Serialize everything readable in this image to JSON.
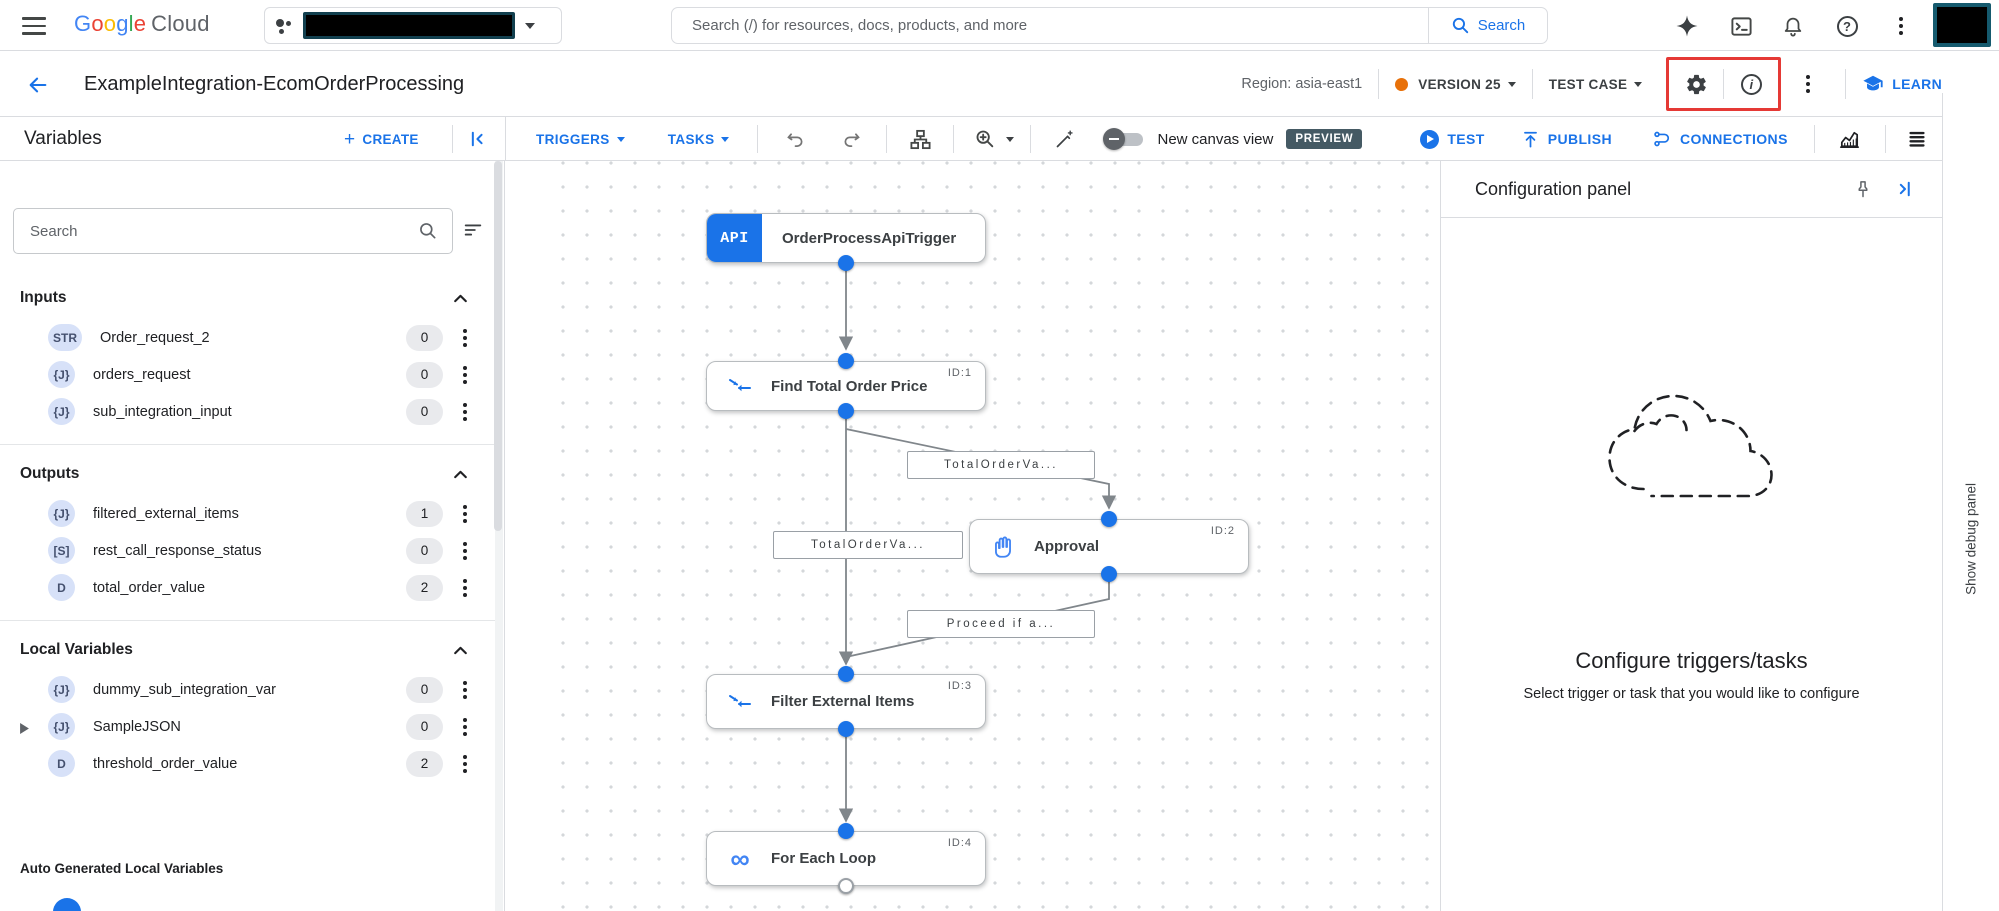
{
  "topbar": {
    "logo": {
      "google": "Google",
      "cloud": "Cloud",
      "letter_colors": [
        "#4285F4",
        "#EA4335",
        "#FBBC05",
        "#4285F4",
        "#34A853",
        "#EA4335"
      ]
    },
    "search_placeholder": "Search (/) for resources, docs, products, and more",
    "search_button": "Search"
  },
  "header": {
    "title": "ExampleIntegration-EcomOrderProcessing",
    "region": "Region: asia-east1",
    "version": "VERSION 25",
    "test_case": "TEST CASE",
    "learn": "LEARN"
  },
  "toolbar": {
    "variables_title": "Variables",
    "create": "CREATE",
    "triggers": "TRIGGERS",
    "tasks": "TASKS",
    "new_canvas_view": "New canvas view",
    "preview_badge": "PREVIEW",
    "test": "TEST",
    "publish": "PUBLISH",
    "connections": "CONNECTIONS"
  },
  "sidebar": {
    "search_placeholder": "Search",
    "sections": [
      {
        "title": "Inputs",
        "items": [
          {
            "badge": "STR",
            "name": "Order_request_2",
            "count": "0"
          },
          {
            "badge": "{J}",
            "name": "orders_request",
            "count": "0"
          },
          {
            "badge": "{J}",
            "name": "sub_integration_input",
            "count": "0"
          }
        ]
      },
      {
        "title": "Outputs",
        "items": [
          {
            "badge": "{J}",
            "name": "filtered_external_items",
            "count": "1"
          },
          {
            "badge": "[S]",
            "name": "rest_call_response_status",
            "count": "0"
          },
          {
            "badge": "D",
            "name": "total_order_value",
            "count": "2"
          }
        ]
      },
      {
        "title": "Local Variables",
        "items": [
          {
            "badge": "{J}",
            "name": "dummy_sub_integration_var",
            "count": "0"
          },
          {
            "badge": "{J}",
            "name": "SampleJSON",
            "count": "0",
            "expandable": true
          },
          {
            "badge": "D",
            "name": "threshold_order_value",
            "count": "2"
          }
        ]
      }
    ],
    "auto_header": "Auto Generated Local Variables"
  },
  "canvas": {
    "nodes": [
      {
        "icon": "API",
        "label": "OrderProcessApiTrigger"
      },
      {
        "id": "ID:1",
        "label": "Find Total Order Price"
      },
      {
        "id": "ID:2",
        "label": "Approval"
      },
      {
        "id": "ID:3",
        "label": "Filter External Items"
      },
      {
        "id": "ID:4",
        "label": "For Each Loop"
      }
    ],
    "edge_labels": [
      "TotalOrderVa...",
      "TotalOrderVa...",
      "Proceed if a..."
    ]
  },
  "config_panel": {
    "title": "Configuration panel",
    "heading": "Configure triggers/tasks",
    "subtext": "Select trigger or task that you would like to configure"
  },
  "debug_strip": {
    "label": "Show debug panel"
  },
  "colors": {
    "accent_blue": "#1a73e8",
    "highlight_red": "#e53935",
    "version_dot_orange": "#e8710a",
    "preview_badge_bg": "#455a64",
    "variable_badge_bg": "#d7e1f8",
    "edge_grey": "#80868b"
  }
}
